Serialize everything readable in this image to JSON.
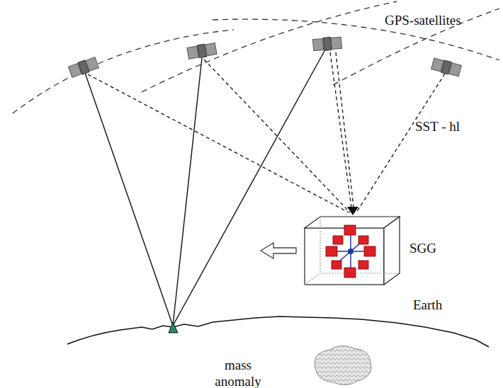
{
  "diagram": {
    "labels": [
      "GPS-satellites",
      "SST - hl",
      "SGG",
      "Earth",
      "mass anomaly"
    ]
  }
}
